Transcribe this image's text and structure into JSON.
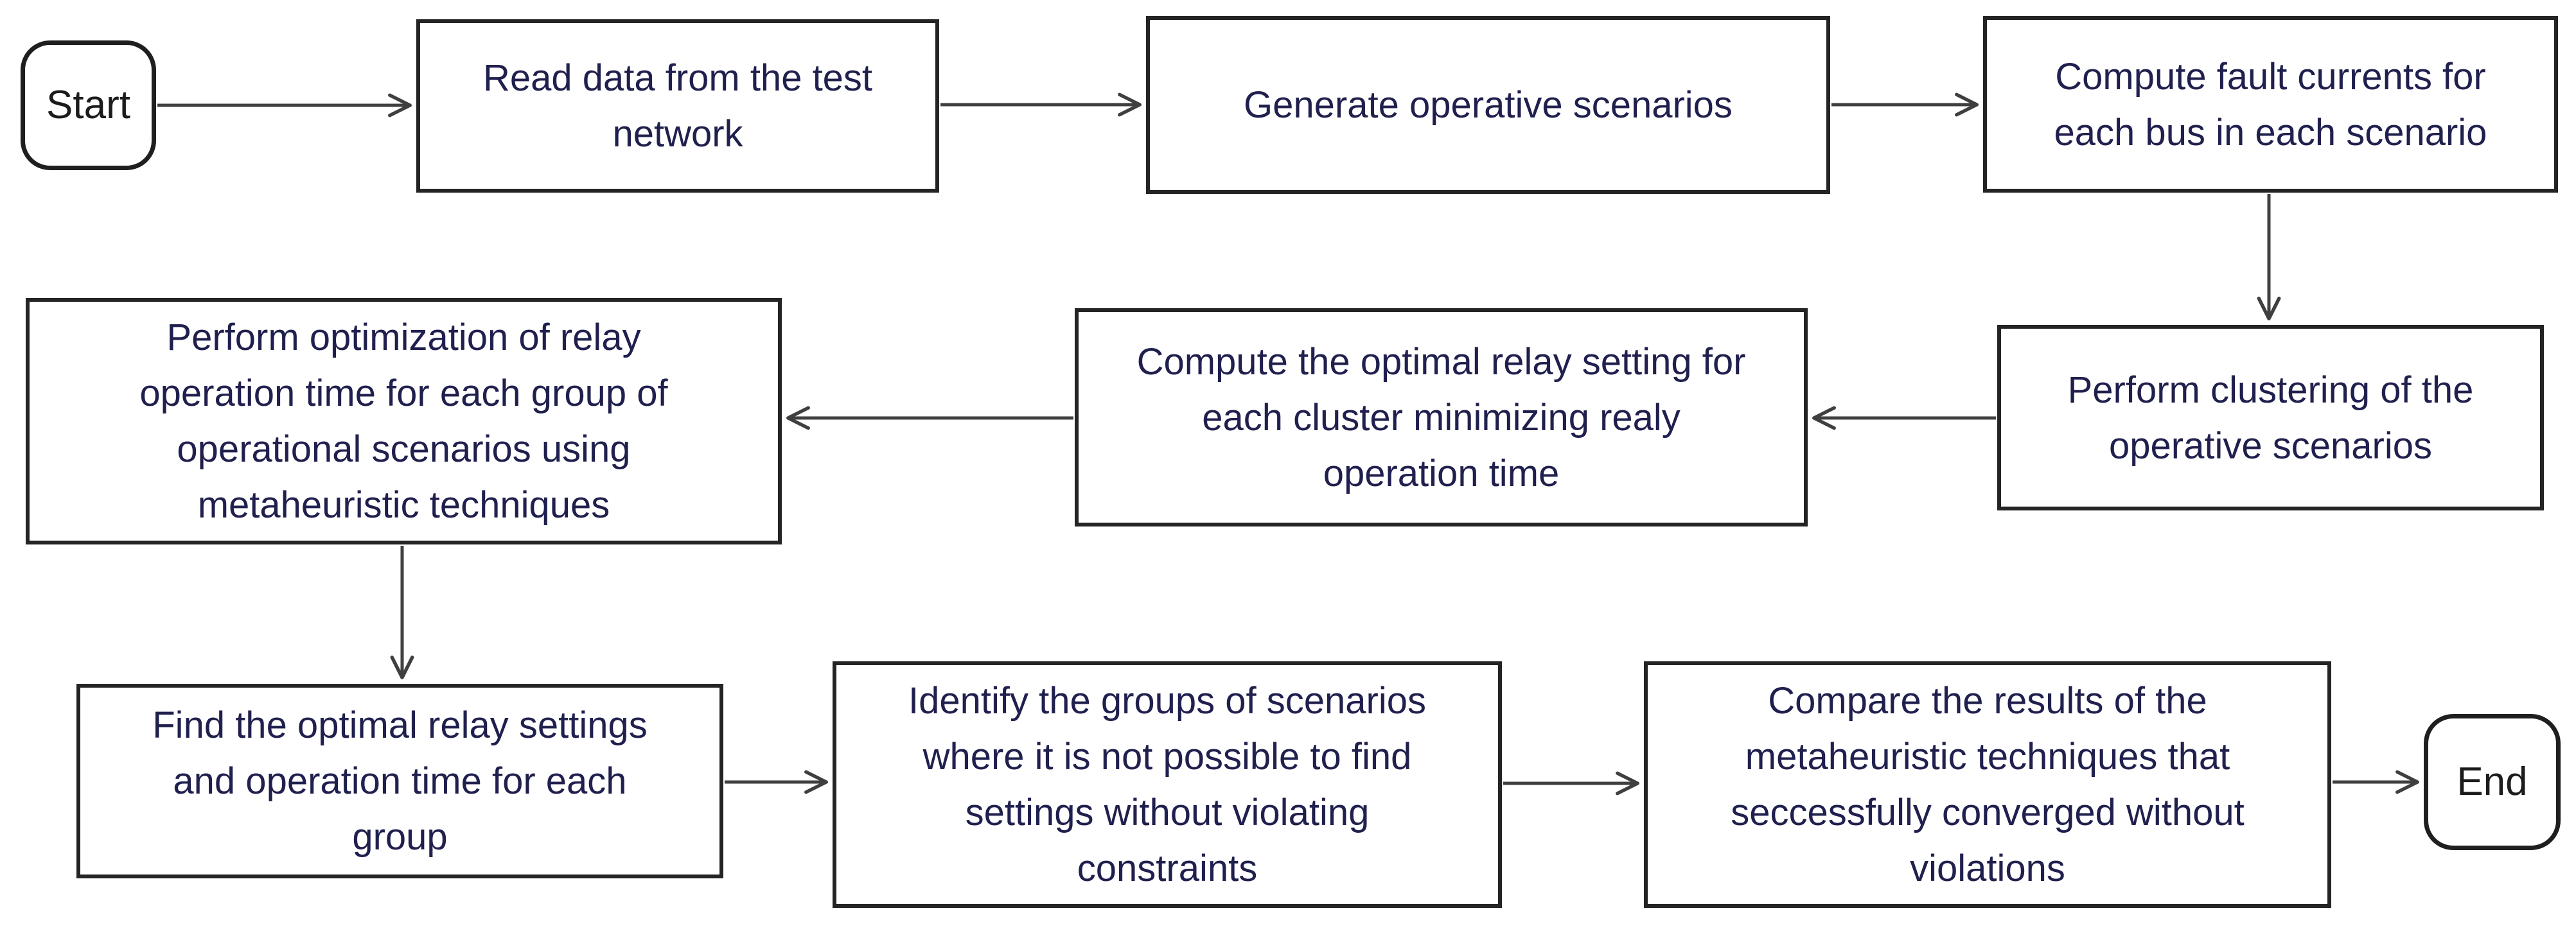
{
  "diagram": {
    "kind": "flowchart",
    "colors": {
      "background": "#ffffff",
      "box_border": "#242424",
      "box_fill": "#ffffff",
      "box_text": "#20204e",
      "terminal_text": "#1c1c1c",
      "arrow": "#3f3f3f"
    }
  },
  "nodes": {
    "start": {
      "shape": "terminal",
      "label": "Start"
    },
    "read": {
      "shape": "process",
      "label": "Read data from the test\nnetwork"
    },
    "generate": {
      "shape": "process",
      "label": "Generate operative scenarios"
    },
    "fault": {
      "shape": "process",
      "label": "Compute fault currents for\neach bus in each scenario"
    },
    "clustering": {
      "shape": "process",
      "label": "Perform clustering of the\noperative scenarios"
    },
    "optimal_setting": {
      "shape": "process",
      "label": "Compute the optimal relay setting for\neach cluster minimizing realy\noperation time"
    },
    "optimization": {
      "shape": "process",
      "label": "Perform optimization of relay\noperation time for each group of\noperational scenarios using\nmetaheuristic techniques"
    },
    "find": {
      "shape": "process",
      "label": "Find the optimal relay settings\nand operation time for each\ngroup"
    },
    "identify": {
      "shape": "process",
      "label": "Identify the groups of scenarios\nwhere it is not possible to find\nsettings without violating\nconstraints"
    },
    "compare": {
      "shape": "process",
      "label": "Compare the results of the\nmetaheuristic techniques that\nseccessfully converged without\nviolations"
    },
    "end": {
      "shape": "terminal",
      "label": "End"
    }
  },
  "edges": [
    {
      "from": "start",
      "to": "read"
    },
    {
      "from": "read",
      "to": "generate"
    },
    {
      "from": "generate",
      "to": "fault"
    },
    {
      "from": "fault",
      "to": "clustering"
    },
    {
      "from": "clustering",
      "to": "optimal_setting"
    },
    {
      "from": "optimal_setting",
      "to": "optimization"
    },
    {
      "from": "optimization",
      "to": "find"
    },
    {
      "from": "find",
      "to": "identify"
    },
    {
      "from": "identify",
      "to": "compare"
    },
    {
      "from": "compare",
      "to": "end"
    }
  ]
}
